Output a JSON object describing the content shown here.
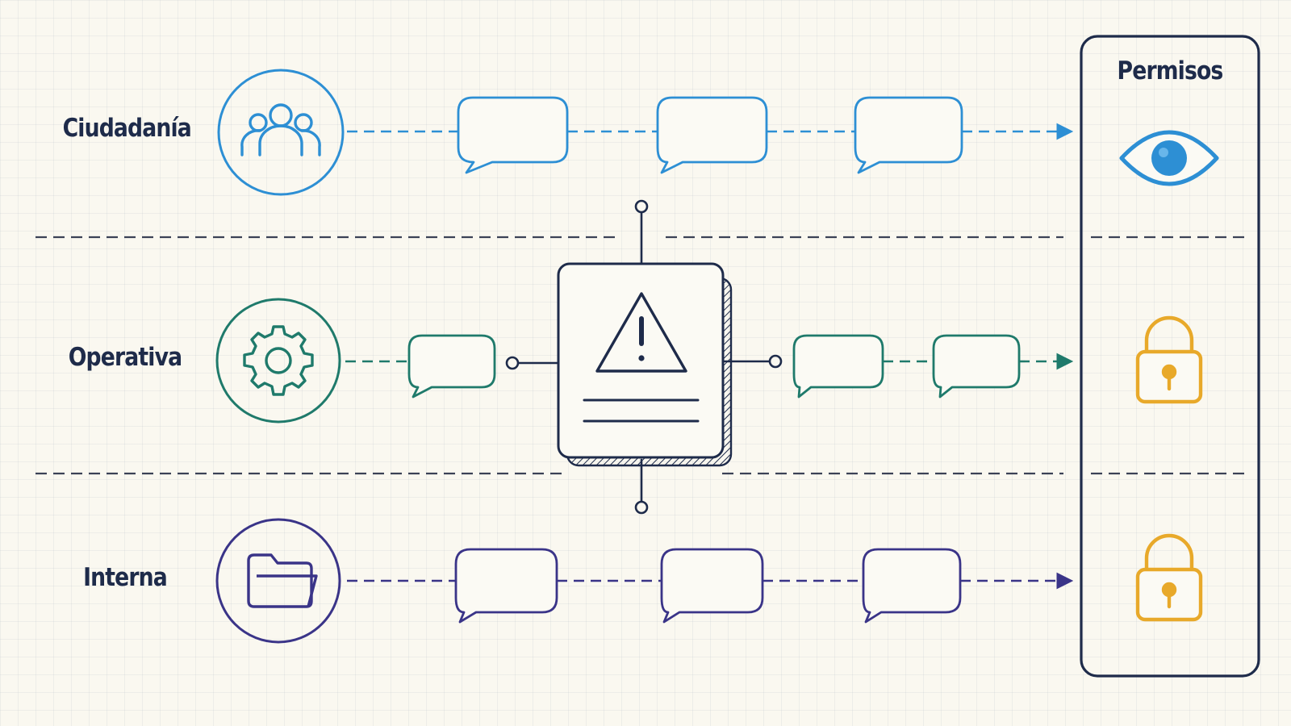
{
  "panel": {
    "title": "Permisos"
  },
  "lanes": [
    {
      "label": "Ciudadanía",
      "icon": "people-icon",
      "permission_icon": "eye-icon",
      "color": "#2d8fd4"
    },
    {
      "label": "Operativa",
      "icon": "gear-icon",
      "permission_icon": "padlock-icon",
      "color": "#1f7a6b"
    },
    {
      "label": "Interna",
      "icon": "folder-icon",
      "permission_icon": "padlock-icon",
      "color": "#3a3488"
    }
  ],
  "center_node": {
    "icon": "warning-icon"
  },
  "colors": {
    "ink": "#1e2b4a",
    "lock": "#e8a92a"
  }
}
